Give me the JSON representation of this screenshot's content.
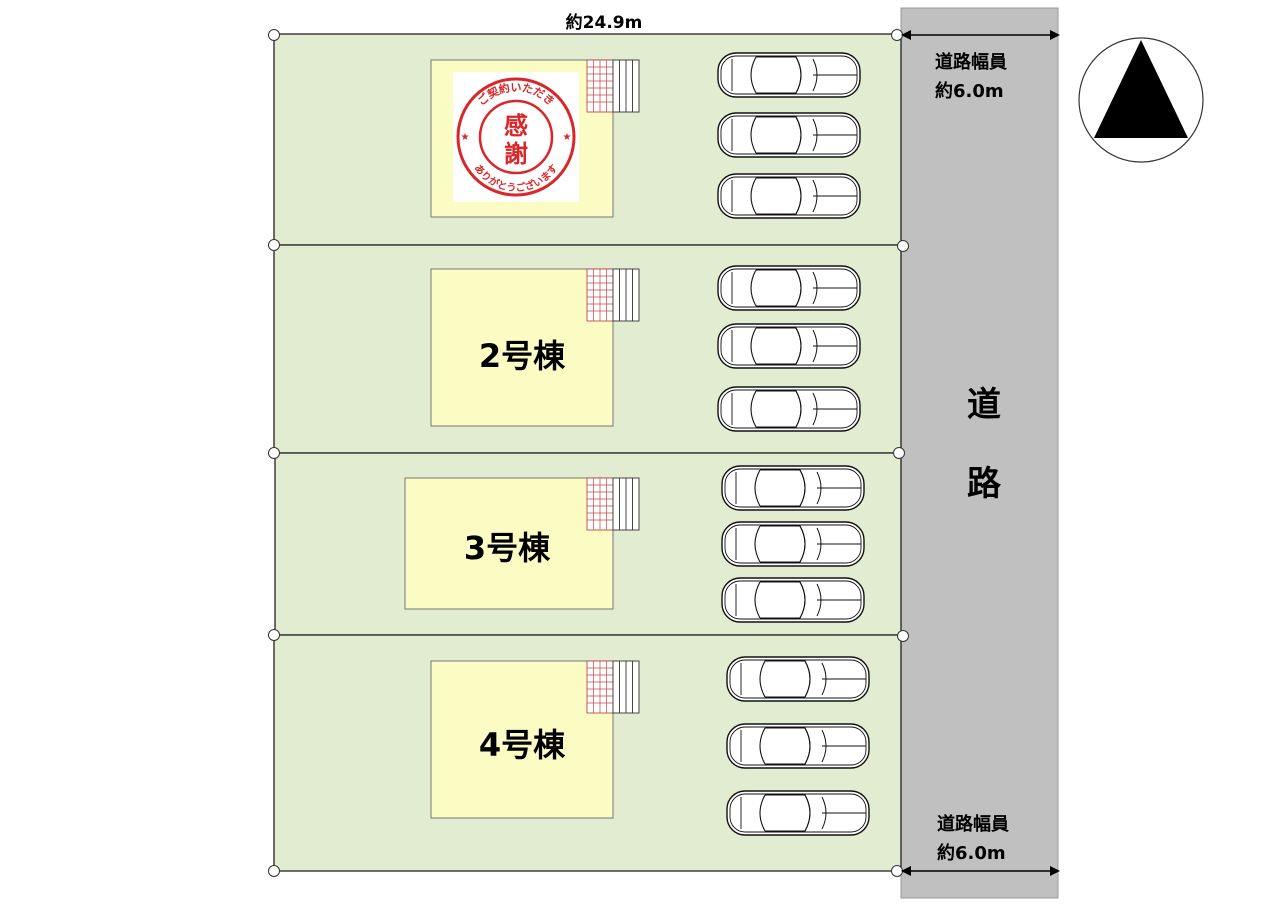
{
  "site": {
    "total_width": "約24.9m",
    "road_width_label_top": "道路幅員",
    "road_width_value_top": "約6.0m",
    "road_width_label_bottom": "道路幅員",
    "road_width_value_bottom": "約6.0m",
    "road_char_1": "道",
    "road_char_2": "路"
  },
  "lots": [
    {
      "label": "",
      "status": "sold"
    },
    {
      "label": "2号棟",
      "status": "available"
    },
    {
      "label": "3号棟",
      "status": "available"
    },
    {
      "label": "4号棟",
      "status": "available"
    }
  ],
  "stamp": {
    "main_1": "感",
    "main_2": "謝",
    "ring_top": "ご契約いただき",
    "ring_bottom": "ありがとうございます"
  },
  "colors": {
    "lot_fill": "#e2ecd0",
    "house_fill": "#fbfbc4",
    "road_fill": "#c0c0c0",
    "stamp_red": "#d9262a"
  },
  "icons": {
    "north": "north-arrow-icon",
    "car": "car-icon",
    "stairs": "stairs-icon"
  }
}
